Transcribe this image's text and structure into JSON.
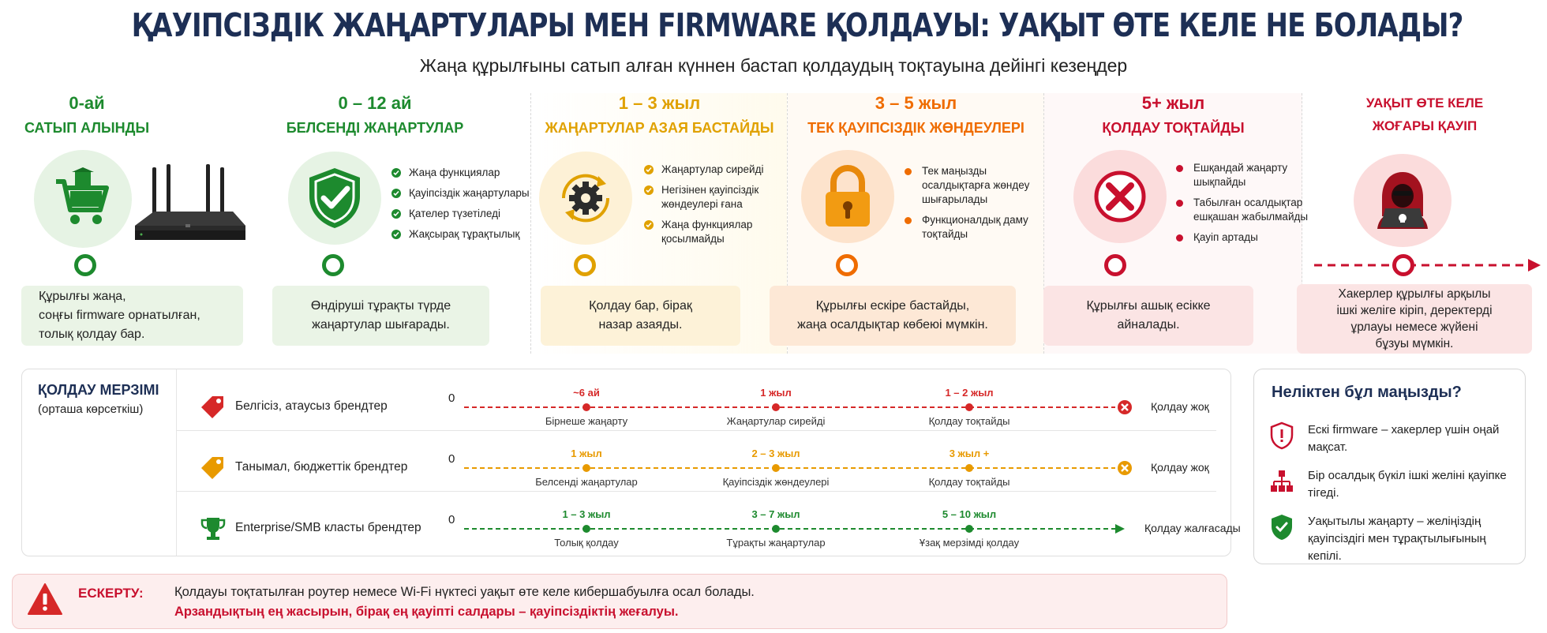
{
  "title": "ҚАУІПСІЗДІК ЖАҢАРТУЛАРЫ МЕН FIRMWARE ҚОЛДАУЫ: УАҚЫТ ӨТЕ КЕЛЕ НЕ БОЛАДЫ?",
  "subtitle": "Жаңа құрылғыны сатып алған күннен бастап қолдаудың тоқтауына дейінгі кезеңдер",
  "stages": [
    {
      "period": "0-ай",
      "name": "САТЫП АЛЫНДЫ",
      "icon": "shopping-cart-icon",
      "color": "#1d8a2e",
      "bullets": [],
      "desc": [
        "Құрылғы жаңа,",
        "соңғы firmware орнатылған,",
        "толық қолдау бар."
      ]
    },
    {
      "period": "0 – 12 ай",
      "name": "БЕЛСЕНДІ ЖАҢАРТУЛАР",
      "icon": "shield-check-icon",
      "color": "#1d8a2e",
      "bullets": [
        "Жаңа функциялар",
        "Қауіпсіздік жаңартулары",
        "Қателер түзетіледі",
        "Жақсырақ тұрақтылық"
      ],
      "desc": [
        "Өндіруші тұрақты түрде",
        "жаңартулар шығарады."
      ]
    },
    {
      "period": "1 – 3 жыл",
      "name": "ЖАҢАРТУЛАР АЗАЯ БАСТАЙДЫ",
      "icon": "gear-refresh-icon",
      "color": "#e0a100",
      "bullets": [
        "Жаңартулар сирейді",
        "Негізінен қауіпсіздік жөндеулері ғана",
        "Жаңа функциялар қосылмайды"
      ],
      "desc": [
        "Қолдау бар, бірақ",
        "назар азаяды."
      ]
    },
    {
      "period": "3 – 5 жыл",
      "name": "ТЕК ҚАУІПСІЗДІК ЖӨНДЕУЛЕРІ",
      "icon": "padlock-icon",
      "color": "#ef6c00",
      "bullets": [
        "Тек маңызды осалдықтарға жөндеу шығарылады",
        "Функционалдық даму тоқтайды"
      ],
      "desc": [
        "Құрылғы ескіре бастайды,",
        "жаңа осалдықтар көбеюі мүмкін."
      ]
    },
    {
      "period": "5+ жыл",
      "name": "ҚОЛДАУ ТОҚТАЙДЫ",
      "icon": "x-circle-icon",
      "color": "#c8102e",
      "bullets": [
        "Ешқандай жаңарту шықпайды",
        "Табылған осалдықтар ешқашан жабылмайды",
        "Қауіп артады"
      ],
      "desc": [
        "Құрылғы ашық есікке",
        "айналады."
      ]
    },
    {
      "period": "УАҚЫТ ӨТЕ КЕЛЕ",
      "name": "ЖОҒАРЫ ҚАУІП",
      "icon": "hacker-icon",
      "color": "#c8102e",
      "bullets": [],
      "desc": [
        "Хакерлер құрылғы арқылы",
        "ішкі желіге кіріп, деректерді",
        "ұрлауы немесе жүйені",
        "бұзуы мүмкін."
      ]
    }
  ],
  "support": {
    "title": "ҚОЛДАУ МЕРЗІМІ",
    "note": "(орташа көрсеткіш)",
    "zero": "0",
    "rows": [
      {
        "name": "Белгісіз, атаусыз брендтер",
        "icon": "price-tag-icon",
        "color": "#d62828",
        "end": "Қолдау жоқ",
        "endIcon": "x-icon",
        "markers": [
          {
            "top": "~6 ай",
            "bottom": "Бірнеше жаңарту"
          },
          {
            "top": "1 жыл",
            "bottom": "Жаңартулар сирейді"
          },
          {
            "top": "1 – 2 жыл",
            "bottom": "Қолдау тоқтайды"
          }
        ]
      },
      {
        "name": "Танымал, бюджеттік брендтер",
        "icon": "price-tag-icon",
        "color": "#e89a00",
        "end": "Қолдау жоқ",
        "endIcon": "x-icon",
        "markers": [
          {
            "top": "1 жыл",
            "bottom": "Белсенді жаңартулар"
          },
          {
            "top": "2 – 3 жыл",
            "bottom": "Қауіпсіздік жөндеулері"
          },
          {
            "top": "3 жыл +",
            "bottom": "Қолдау тоқтайды"
          }
        ]
      },
      {
        "name": "Enterprise/SMB класты брендтер",
        "icon": "trophy-icon",
        "color": "#1d8a2e",
        "end": "Қолдау жалғасады",
        "endIcon": "arrow-icon",
        "markers": [
          {
            "top": "1 – 3 жыл",
            "bottom": "Толық қолдау"
          },
          {
            "top": "3 – 7 жыл",
            "bottom": "Тұрақты жаңартулар"
          },
          {
            "top": "5 – 10 жыл",
            "bottom": "Ұзақ мерзімді қолдау"
          }
        ]
      }
    ]
  },
  "why": {
    "title": "Неліктен бұл маңызды?",
    "items": [
      {
        "icon": "shield-alert-icon",
        "text": "Ескі firmware – хакерлер үшін оңай мақсат."
      },
      {
        "icon": "network-icon",
        "text": "Бір осалдық бүкіл ішкі желіні қауіпке тігеді."
      },
      {
        "icon": "shield-check-icon",
        "text": "Уақытылы жаңарту – желіңіздің қауіпсіздігі мен тұрақтылығының кепілі."
      }
    ]
  },
  "warning": {
    "label": "ЕСКЕРТУ:",
    "line1": "Қолдауы тоқтатылған роутер немесе Wi-Fi нүктесі уақыт өте келе кибершабуылға осал болады.",
    "line2": "Арзандықтың ең жасырын, бірақ ең қауіпті салдары – қауіпсіздіктің жеғалуы."
  }
}
